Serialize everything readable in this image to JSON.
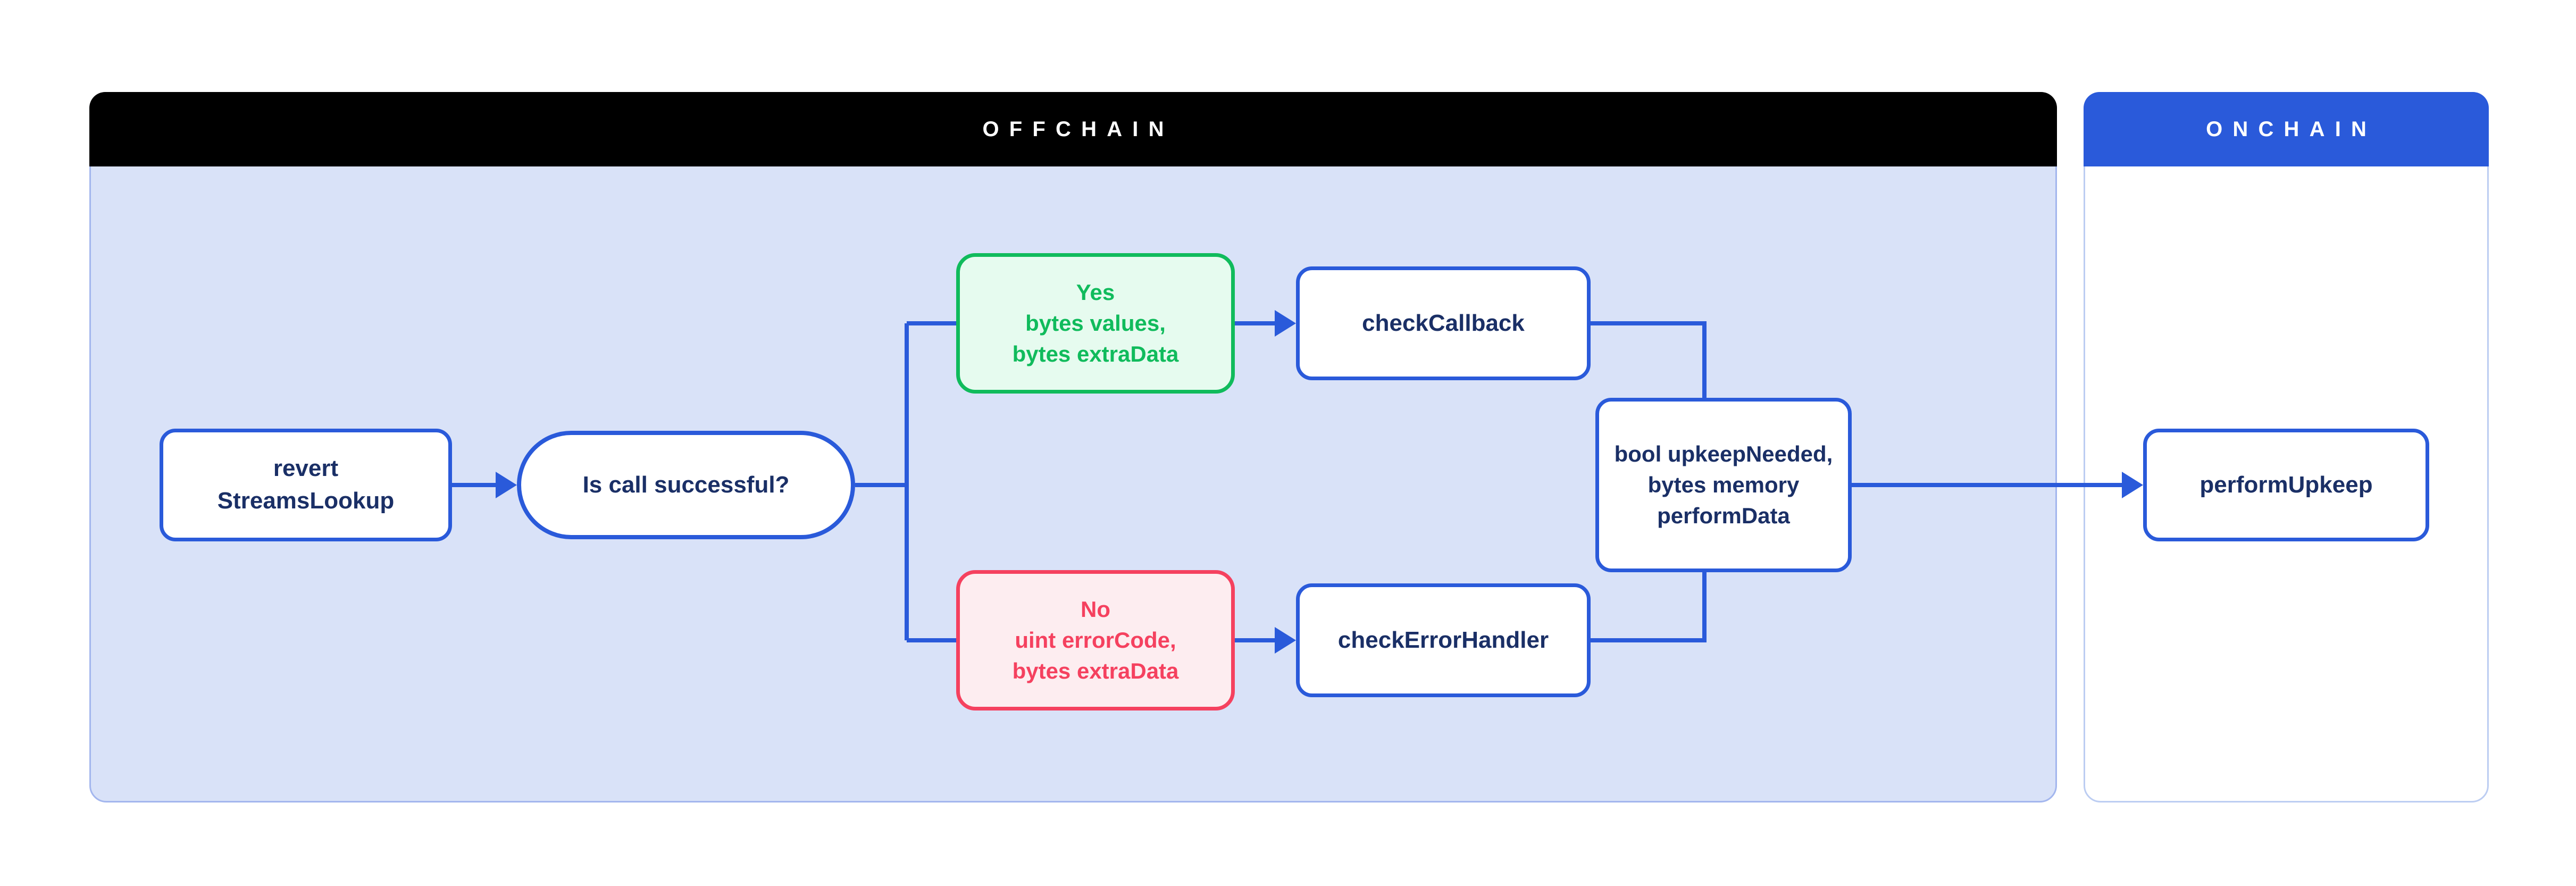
{
  "diagram": {
    "offchain": {
      "title": "OFFCHAIN"
    },
    "onchain": {
      "title": "ONCHAIN"
    },
    "nodes": {
      "revert": {
        "label": "revert\nStreamsLookup"
      },
      "question": {
        "label": "Is call successful?"
      },
      "yes_branch": {
        "label": "Yes\nbytes values,\nbytes extraData"
      },
      "check_callback": {
        "label": "checkCallback"
      },
      "no_branch": {
        "label": "No\nuint errorCode,\nbytes extraData"
      },
      "check_error_handler": {
        "label": "checkErrorHandler"
      },
      "result": {
        "label": "bool upkeepNeeded,\nbytes memory\nperformData"
      },
      "perform_upkeep": {
        "label": "performUpkeep"
      }
    },
    "colors": {
      "accent_blue": "#2a5ada",
      "navy_text": "#1a2f66",
      "success_green": "#10bb5c",
      "success_green_bg": "#e6fbef",
      "error_red": "#f5415f",
      "error_red_bg": "#fdedf0",
      "offchain_header": "#000000",
      "offchain_body": "#d9e2f8",
      "onchain_header": "#2a5ada",
      "onchain_body": "#ffffff"
    }
  }
}
